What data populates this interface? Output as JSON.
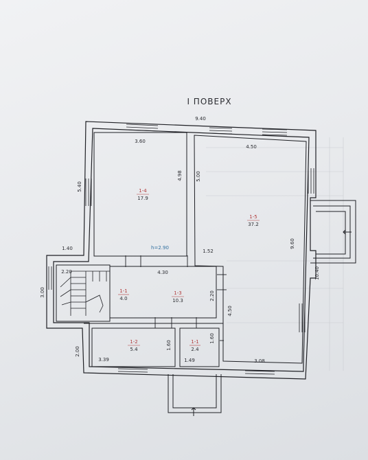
{
  "title": "I ПОВЕРХ",
  "rooms": [
    {
      "id": "1-4",
      "area": "17.9"
    },
    {
      "id": "1-5",
      "area": "37.2"
    },
    {
      "id": "1-1",
      "area": "4.0"
    },
    {
      "id": "1-3",
      "area": "10.3"
    },
    {
      "id": "1-2",
      "area": "5.4"
    },
    {
      "id": "1-1",
      "area": "2.4"
    }
  ],
  "ceiling_height": "h=2.90",
  "dimensions": [
    "9.40",
    "3.60",
    "4.50",
    "5.40",
    "4.98",
    "5.00",
    "9.60",
    "10.40",
    "1.40",
    "1.52",
    "2.20",
    "4.30",
    "2.20",
    "3.00",
    "4.50",
    "1.60",
    "1.60",
    "2.00",
    "3.39",
    "1.49",
    "3.08"
  ]
}
